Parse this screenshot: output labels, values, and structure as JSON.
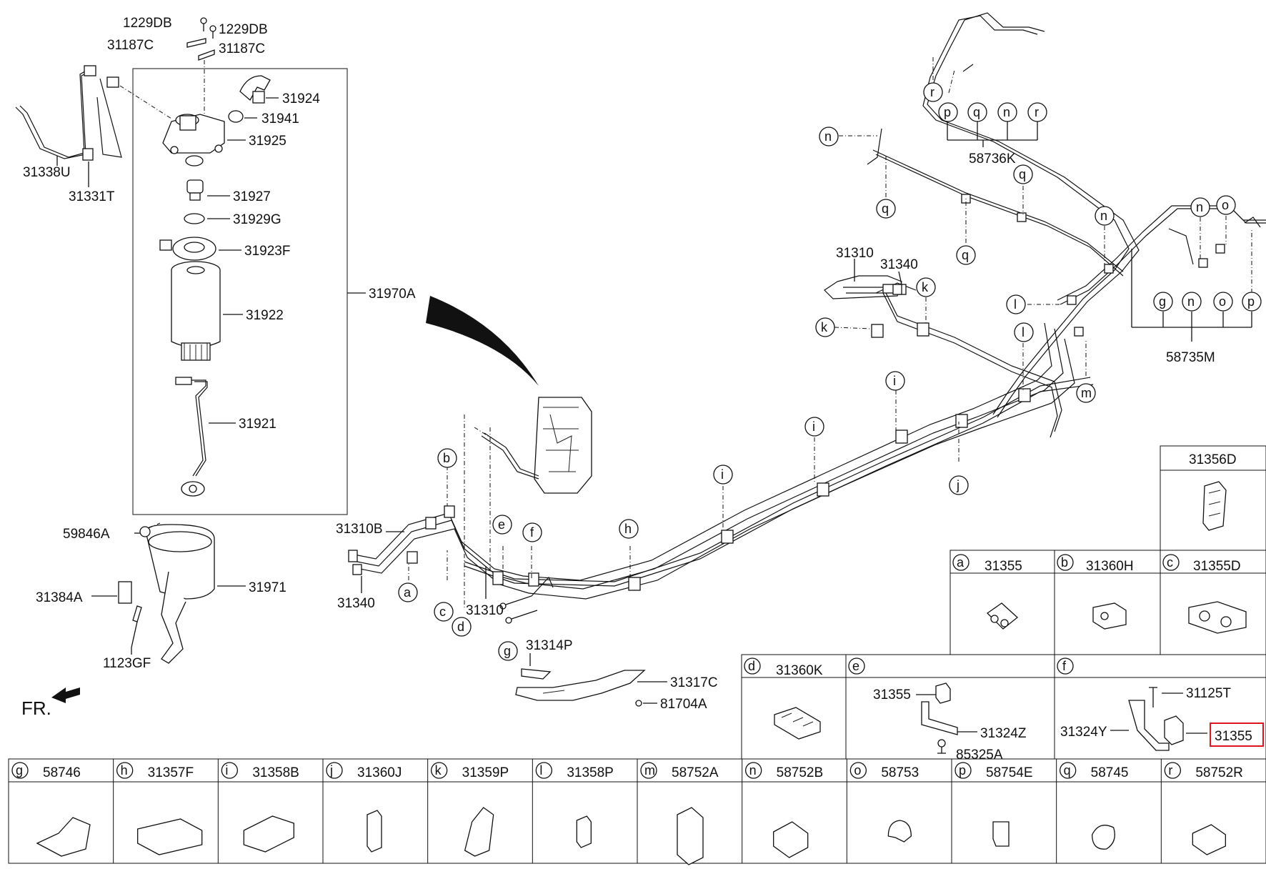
{
  "fr_label": "FR.",
  "filter_assy": {
    "label_31970A": "31970A",
    "label_1229DB_a": "1229DB",
    "label_1229DB_b": "1229DB",
    "label_31187C_a": "31187C",
    "label_31187C_b": "31187C",
    "label_31924": "31924",
    "label_31941": "31941",
    "label_31925": "31925",
    "label_31927": "31927",
    "label_31929G": "31929G",
    "label_31923F": "31923F",
    "label_31922": "31922",
    "label_31921": "31921",
    "label_31338U": "31338U",
    "label_31331T": "31331T"
  },
  "bracket_assy": {
    "label_59846A": "59846A",
    "label_31971": "31971",
    "label_31384A": "31384A",
    "label_1123GF": "1123GF"
  },
  "lines": {
    "label_31310B": "31310B",
    "label_31340_left": "31340",
    "label_31310_mid": "31310",
    "label_31314P": "31314P",
    "label_31317C": "31317C",
    "label_81704A": "81704A",
    "label_31310_top": "31310",
    "label_31340_top": "31340",
    "label_58736K": "58736K",
    "label_58735M": "58735M"
  },
  "callouts": {
    "a": "a",
    "b": "b",
    "c": "c",
    "d": "d",
    "e": "e",
    "f": "f",
    "g": "g",
    "h": "h",
    "i": "i",
    "j": "j",
    "k": "k",
    "l": "l",
    "m": "m",
    "n": "n",
    "o": "o",
    "p": "p",
    "q": "q",
    "r": "r"
  },
  "table": {
    "top_cell": {
      "part": "31356D"
    },
    "row1": [
      {
        "letter": "a",
        "part": "31355"
      },
      {
        "letter": "b",
        "part": "31360H"
      },
      {
        "letter": "c",
        "part": "31355D"
      }
    ],
    "row2": [
      {
        "letter": "d",
        "part": "31360K"
      },
      {
        "letter": "e",
        "part": ""
      },
      {
        "letter": "f",
        "part": ""
      }
    ],
    "e_cell": {
      "l1": "31355",
      "l2": "31324Z",
      "l3": "85325A"
    },
    "f_cell": {
      "l1": "31125T",
      "l2": "31324Y",
      "l3": "31355"
    },
    "row3": [
      {
        "letter": "g",
        "part": "58746"
      },
      {
        "letter": "h",
        "part": "31357F"
      },
      {
        "letter": "i",
        "part": "31358B"
      },
      {
        "letter": "j",
        "part": "31360J"
      },
      {
        "letter": "k",
        "part": "31359P"
      },
      {
        "letter": "l",
        "part": "31358P"
      },
      {
        "letter": "m",
        "part": "58752A"
      },
      {
        "letter": "n",
        "part": "58752B"
      },
      {
        "letter": "o",
        "part": "58753"
      },
      {
        "letter": "p",
        "part": "58754E"
      },
      {
        "letter": "q",
        "part": "58745"
      },
      {
        "letter": "r",
        "part": "58752R"
      }
    ]
  },
  "highlight_color": "#e0141e"
}
